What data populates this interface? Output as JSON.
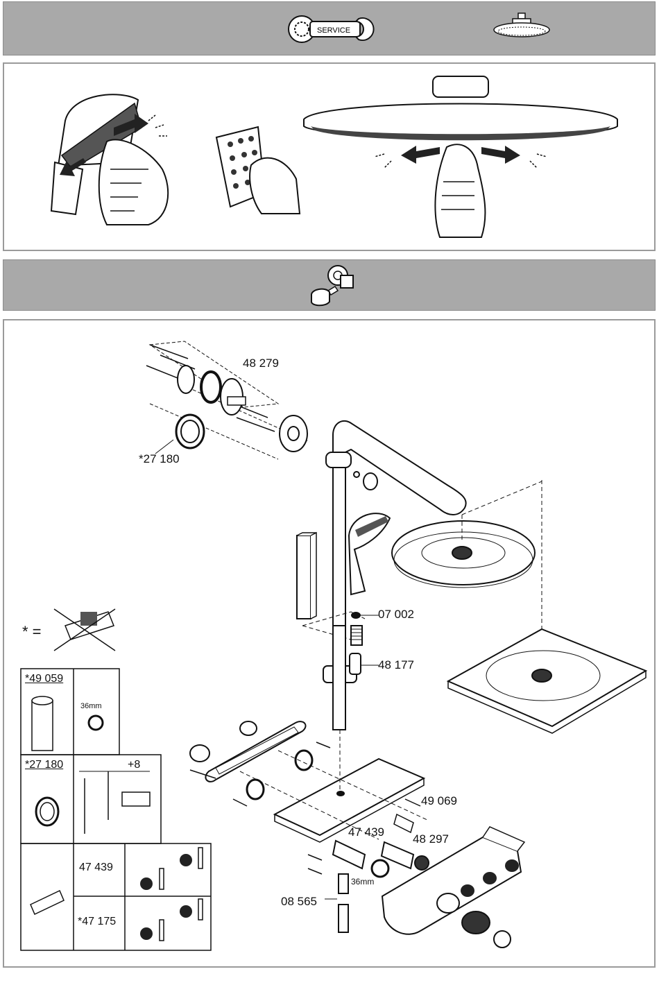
{
  "header": {
    "service_label": "SERVICE",
    "service_icon": "wrench-gear-icon",
    "showerhead_icon": "rain-showerhead-icon"
  },
  "cleaning_panel": {
    "icons": [
      "hand-shower-nozzle-cleaning",
      "nozzle-rub-detail",
      "rain-shower-nozzle-cleaning"
    ]
  },
  "parts_header": {
    "icon": "spare-parts-icon"
  },
  "parts": {
    "wall_mount": "48 279",
    "rosette": "*27 180",
    "hose_washer": "07 002",
    "slider": "48 177",
    "check_valve": "49 069",
    "thermo_cartridge": "47 439",
    "valve_cartridge": "48 297",
    "wrench_size_main": "36mm",
    "filter": "08 565"
  },
  "legend": {
    "asterisk_note": "* =",
    "tool_part": "*49 059",
    "tool_size": "36mm",
    "extension_part": "*27 180",
    "extension_value": "+8",
    "cartridge_a": "47 439",
    "cartridge_b": "*47 175"
  }
}
